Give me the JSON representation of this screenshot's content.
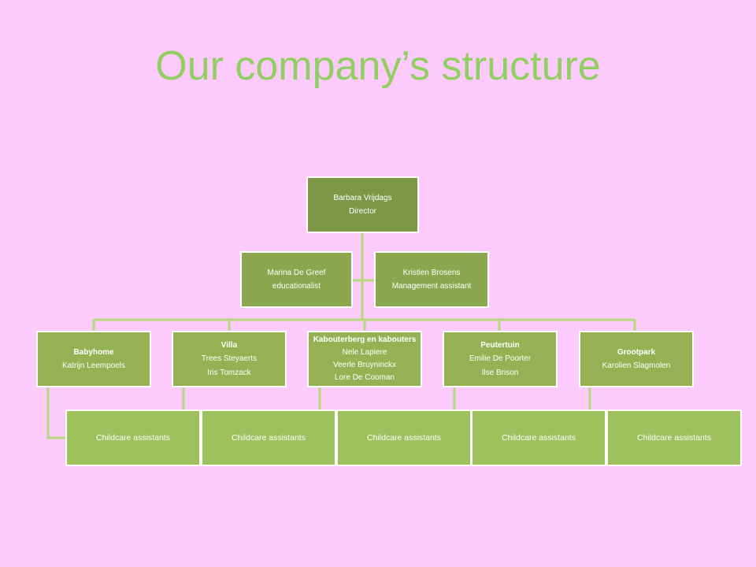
{
  "title": "Our company’s structure",
  "colors": {
    "background": "#FCCBFC",
    "title": "#92CF63",
    "connector": "#B5D87A",
    "box_dark": "#7D9746",
    "box_medium": "#95B153",
    "box_light": "#9DC15C"
  },
  "director": {
    "name": "Barbara Vrijdags",
    "role": "Director"
  },
  "assistants": [
    {
      "name": "Marina De Greef",
      "role": "educationalist"
    },
    {
      "name": "Kristien Brosens",
      "role": "Management assistant"
    }
  ],
  "units": [
    {
      "name": "Babyhome",
      "people": [
        "Katrijn Leempoels"
      ],
      "staff": "Childcare assistants"
    },
    {
      "name": "Villa",
      "people": [
        "Trees Steyaerts",
        "Iris Tomzack"
      ],
      "staff": "Childcare assistants"
    },
    {
      "name": "Kabouterberg en kabouters",
      "people": [
        "Nele Lapiere",
        "Veerle Bruyninckx",
        "Lore De Cooman"
      ],
      "staff": "Childcare assistants"
    },
    {
      "name": "Peutertuin",
      "people": [
        "Emilie De Poorter",
        "Ilse Brison"
      ],
      "staff": "Childcare assistants"
    },
    {
      "name": "Grootpark",
      "people": [
        "Karolien Slagmolen"
      ],
      "staff": "Childcare assistants"
    }
  ]
}
